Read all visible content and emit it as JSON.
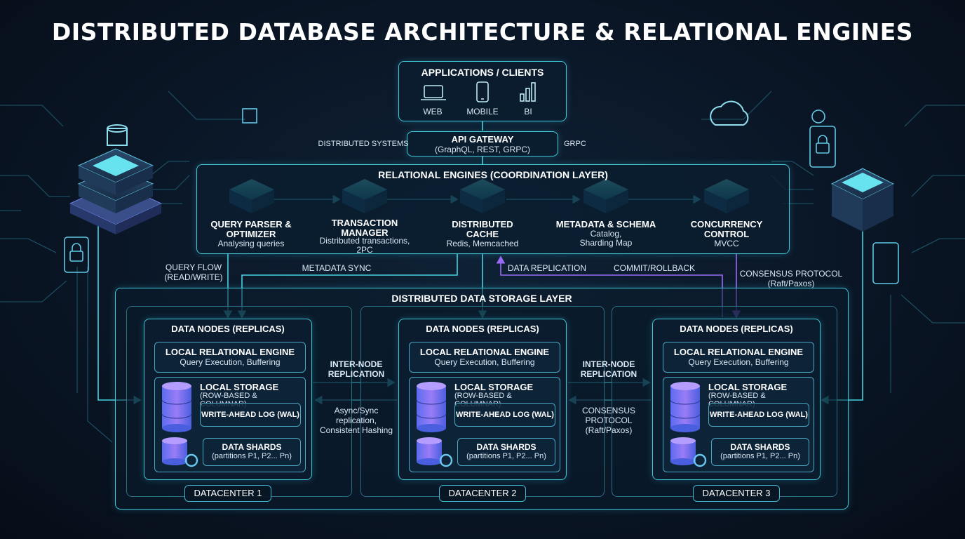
{
  "title": "DISTRIBUTED DATABASE ARCHITECTURE & RELATIONAL ENGINES",
  "clients": {
    "title": "APPLICATIONS / CLIENTS",
    "items": [
      {
        "label": "WEB",
        "icon": "laptop-icon"
      },
      {
        "label": "MOBILE",
        "icon": "mobile-icon"
      },
      {
        "label": "BI",
        "icon": "bar-chart-icon"
      }
    ]
  },
  "gateway": {
    "title": "API GATEWAY",
    "subtitle": "(GraphQL, REST, GRPC)",
    "left_label": "DISTRIBUTED SYSTEMS",
    "right_label": "GRPC"
  },
  "engines": {
    "title": "RELATIONAL ENGINES (COORDINATION LAYER)",
    "items": [
      {
        "name": "QUERY PARSER &\nOPTIMIZER",
        "desc": "Analysing queries"
      },
      {
        "name": "TRANSACTION\nMANAGER",
        "desc": "Distributed transactions,\n2PC"
      },
      {
        "name": "DISTRIBUTED\nCACHE",
        "desc": "Redis, Memcached"
      },
      {
        "name": "METADATA & SCHEMA",
        "desc": "Catalog,\nSharding Map"
      },
      {
        "name": "CONCURRENCY\nCONTROL",
        "desc": "MVCC"
      }
    ]
  },
  "flows": {
    "query_flow": "QUERY FLOW\n(READ/WRITE)",
    "metadata_sync": "METADATA SYNC",
    "data_replication": "DATA REPLICATION",
    "commit_rollback": "COMMIT/ROLLBACK",
    "consensus_protocol": "CONSENSUS PROTOCOL\n(Raft/Paxos)"
  },
  "storage": {
    "title": "DISTRIBUTED DATA STORAGE LAYER",
    "between": [
      {
        "title": "INTER-NODE\nREPLICATION",
        "desc": "Async/Sync\nreplication,\nConsistent Hashing"
      },
      {
        "title": "INTER-NODE\nREPLICATION",
        "desc": "CONSENSUS\nPROTOCOL\n(Raft/Paxos)"
      }
    ],
    "datacenters": [
      {
        "name": "DATACENTER 1",
        "shards_desc": "(partitions P1, P2... Pn)"
      },
      {
        "name": "DATACENTER 2",
        "shards_desc": "(partitions P1, P2... Pn)"
      },
      {
        "name": "DATACENTER 3",
        "shards_desc": "(partitions P1, P2... Pn)"
      }
    ],
    "node": {
      "title": "DATA NODES (REPLICAS)",
      "engine_title": "LOCAL RELATIONAL ENGINE",
      "engine_desc": "Query Execution, Buffering",
      "storage_title": "LOCAL STORAGE",
      "storage_desc": "(ROW-BASED & COLUMNAR)",
      "wal": "WRITE-AHEAD LOG (WAL)",
      "shards_title": "DATA SHARDS"
    }
  },
  "colors": {
    "accent": "#3fc7d8",
    "purple": "#8a5cf0",
    "background": "#0a1626"
  }
}
